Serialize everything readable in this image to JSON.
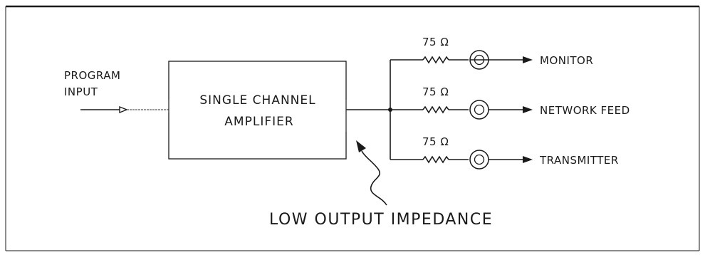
{
  "diagram": {
    "input_label_line1": "PROGRAM",
    "input_label_line2": "INPUT",
    "amplifier_line1": "SINGLE CHANNEL",
    "amplifier_line2": "AMPLIFIER",
    "annotation": "LOW OUTPUT IMPEDANCE",
    "outputs": [
      {
        "resistor_label": "75 Ω",
        "destination": "MONITOR"
      },
      {
        "resistor_label": "75 Ω",
        "destination": "NETWORK FEED"
      },
      {
        "resistor_label": "75 Ω",
        "destination": "TRANSMITTER"
      }
    ]
  }
}
